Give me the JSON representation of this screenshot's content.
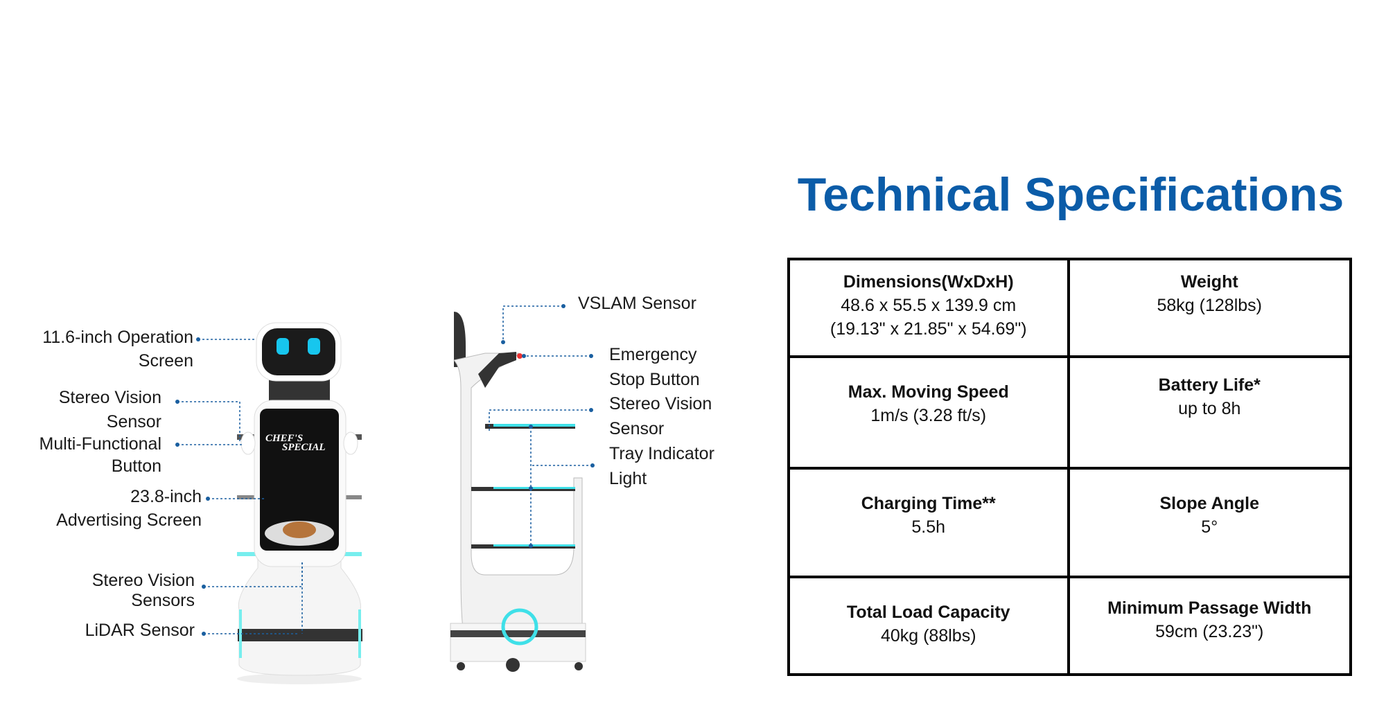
{
  "title": "Technical Specifications",
  "front_labels": [
    {
      "lines": [
        "11.6-inch Operation",
        "Screen"
      ]
    },
    {
      "lines": [
        "Stereo Vision",
        "Sensor"
      ]
    },
    {
      "lines": [
        "Multi-Functional",
        "Button"
      ]
    },
    {
      "lines": [
        "23.8-inch",
        "Advertising Screen"
      ]
    },
    {
      "lines": [
        "Stereo Vision",
        "Sensors"
      ]
    },
    {
      "lines": [
        "LiDAR Sensor"
      ]
    }
  ],
  "side_labels": [
    {
      "lines": [
        "VSLAM Sensor"
      ]
    },
    {
      "lines": [
        "Emergency",
        "Stop Button"
      ]
    },
    {
      "lines": [
        "Stereo Vision",
        "Sensor"
      ]
    },
    {
      "lines": [
        "Tray Indicator",
        "Light"
      ]
    }
  ],
  "screen_text": [
    "CHEF'S",
    "SPECIAL"
  ],
  "specs": [
    {
      "name": "Dimensions(WxDxH)",
      "values": [
        "48.6 x 55.5 x 139.9 cm",
        "(19.13\" x 21.85\" x 54.69\")"
      ]
    },
    {
      "name": "Weight",
      "values": [
        "58kg (128lbs)"
      ]
    },
    {
      "name": "Max. Moving Speed",
      "values": [
        "1m/s (3.28 ft/s)"
      ]
    },
    {
      "name": "Battery Life*",
      "values": [
        "up to 8h"
      ]
    },
    {
      "name": "Charging Time**",
      "values": [
        "5.5h"
      ]
    },
    {
      "name": "Slope Angle",
      "values": [
        "5°"
      ]
    },
    {
      "name": "Total Load Capacity",
      "values": [
        "40kg (88lbs)"
      ]
    },
    {
      "name": "Minimum Passage Width",
      "values": [
        "59cm (23.23\")"
      ]
    }
  ],
  "colors": {
    "title": "#0b5ca8",
    "leader": "#1a5fa0",
    "accent_light": "#3fe0e8"
  }
}
